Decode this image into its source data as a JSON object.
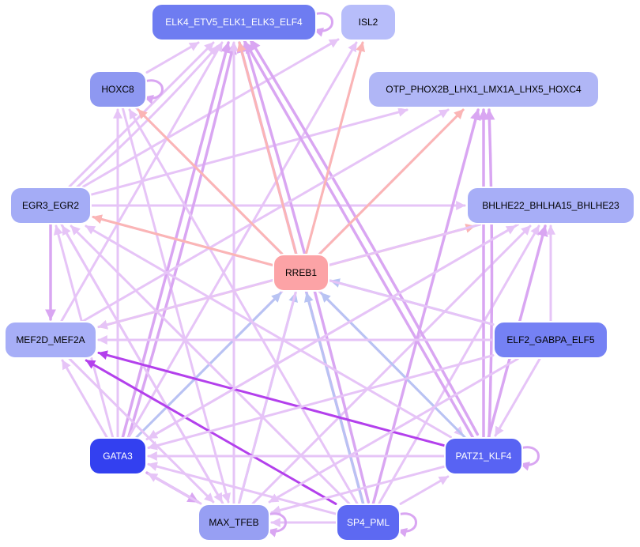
{
  "colors": {
    "edge_light": "#e6c4f7",
    "edge_medium": "#d9a6f2",
    "edge_strong": "#b340ec",
    "edge_red": "#fbb5b5",
    "edge_blue": "#b8c3f3",
    "edge_peach": "#f8c8b3"
  },
  "nodes": [
    {
      "id": "ELK4",
      "label": "ELK4_ETV5_ELK1_ELK3_ELF4",
      "fill": "#6e7cf1",
      "text": "#ffffff"
    },
    {
      "id": "ISL2",
      "label": "ISL2",
      "fill": "#b7bdfa",
      "text": "#000000"
    },
    {
      "id": "HOXC8",
      "label": "HOXC8",
      "fill": "#8e98f1",
      "text": "#000000"
    },
    {
      "id": "OTP",
      "label": "OTP_PHOX2B_LHX1_LMX1A_LHX5_HOXC4",
      "fill": "#b0b6f6",
      "text": "#000000"
    },
    {
      "id": "EGR3",
      "label": "EGR3_EGR2",
      "fill": "#a4acf6",
      "text": "#000000"
    },
    {
      "id": "BHLHE22",
      "label": "BHLHE22_BHLHA15_BHLHE23",
      "fill": "#a7aef7",
      "text": "#000000"
    },
    {
      "id": "RREB1",
      "label": "RREB1",
      "fill": "#fca3a6",
      "text": "#000000"
    },
    {
      "id": "MEF2D",
      "label": "MEF2D_MEF2A",
      "fill": "#a7aef7",
      "text": "#000000"
    },
    {
      "id": "ELF2",
      "label": "ELF2_GABPA_ELF5",
      "fill": "#7581f4",
      "text": "#000000"
    },
    {
      "id": "GATA3",
      "label": "GATA3",
      "fill": "#3340f0",
      "text": "#ffffff"
    },
    {
      "id": "PATZ1",
      "label": "PATZ1_KLF4",
      "fill": "#5863f3",
      "text": "#ffffff"
    },
    {
      "id": "MAX",
      "label": "MAX_TFEB",
      "fill": "#979ff3",
      "text": "#000000"
    },
    {
      "id": "SP4",
      "label": "SP4_PML",
      "fill": "#5d69f2",
      "text": "#ffffff"
    }
  ],
  "edges": [
    [
      "EGR3",
      "ELK4",
      "light"
    ],
    [
      "EGR3",
      "ELK4",
      "light"
    ],
    [
      "EGR3",
      "OTP",
      "light"
    ],
    [
      "EGR3",
      "ISL2",
      "light"
    ],
    [
      "EGR3",
      "MEF2D",
      "medium"
    ],
    [
      "EGR3",
      "MAX",
      "light"
    ],
    [
      "EGR3",
      "BHLHE22",
      "light"
    ],
    [
      "HOXC8",
      "ELK4",
      "light"
    ],
    [
      "HOXC8",
      "MAX",
      "light"
    ],
    [
      "HOXC8",
      "PATZ1",
      "light"
    ],
    [
      "GATA3",
      "HOXC8",
      "light"
    ],
    [
      "GATA3",
      "ELK4",
      "medium"
    ],
    [
      "GATA3",
      "ELK4",
      "medium"
    ],
    [
      "GATA3",
      "EGR3",
      "light"
    ],
    [
      "GATA3",
      "MEF2D",
      "light"
    ],
    [
      "GATA3",
      "MAX",
      "medium"
    ],
    [
      "GATA3",
      "ISL2",
      "light"
    ],
    [
      "GATA3",
      "OTP",
      "light"
    ],
    [
      "GATA3",
      "BHLHE22",
      "light"
    ],
    [
      "GATA3",
      "RREB1",
      "blue"
    ],
    [
      "MAX",
      "ELK4",
      "light"
    ],
    [
      "MAX",
      "EGR3",
      "light"
    ],
    [
      "MAX",
      "RREB1",
      "blue"
    ],
    [
      "MAX",
      "GATA3",
      "light"
    ],
    [
      "MAX",
      "BHLHE22",
      "light"
    ],
    [
      "MAX",
      "ISL2",
      "light"
    ],
    [
      "SP4",
      "ELK4",
      "medium"
    ],
    [
      "SP4",
      "ELK4",
      "medium"
    ],
    [
      "SP4",
      "MEF2D",
      "strong"
    ],
    [
      "SP4",
      "RREB1",
      "blue"
    ],
    [
      "SP4",
      "EGR3",
      "light"
    ],
    [
      "SP4",
      "GATA3",
      "light"
    ],
    [
      "SP4",
      "MAX",
      "light"
    ],
    [
      "SP4",
      "OTP",
      "medium"
    ],
    [
      "SP4",
      "BHLHE22",
      "light"
    ],
    [
      "SP4",
      "PATZ1",
      "light"
    ],
    [
      "SP4",
      "HOXC8",
      "light"
    ],
    [
      "PATZ1",
      "MEF2D",
      "strong"
    ],
    [
      "PATZ1",
      "ELK4",
      "medium"
    ],
    [
      "PATZ1",
      "ELK4",
      "medium"
    ],
    [
      "PATZ1",
      "OTP",
      "medium"
    ],
    [
      "PATZ1",
      "OTP",
      "medium"
    ],
    [
      "PATZ1",
      "BHLHE22",
      "medium"
    ],
    [
      "PATZ1",
      "EGR3",
      "light"
    ],
    [
      "PATZ1",
      "GATA3",
      "light"
    ],
    [
      "PATZ1",
      "MAX",
      "light"
    ],
    [
      "PATZ1",
      "RREB1",
      "blue"
    ],
    [
      "ELF2",
      "MEF2D",
      "light"
    ],
    [
      "ELF2",
      "BHLHE22",
      "light"
    ],
    [
      "ELF2",
      "RREB1",
      "blue"
    ],
    [
      "ELF2",
      "EGR3",
      "light"
    ],
    [
      "ELF2",
      "PATZ1",
      "light"
    ],
    [
      "ELF2",
      "MAX",
      "light"
    ],
    [
      "ELF2",
      "GATA3",
      "light"
    ],
    [
      "MEF2D",
      "OTP",
      "light"
    ],
    [
      "MEF2D",
      "MAX",
      "light"
    ],
    [
      "MEF2D",
      "ELK4",
      "light"
    ],
    [
      "RREB1",
      "ELK4",
      "red"
    ],
    [
      "RREB1",
      "ISL2",
      "red"
    ],
    [
      "RREB1",
      "HOXC8",
      "red"
    ],
    [
      "RREB1",
      "OTP",
      "red"
    ],
    [
      "RREB1",
      "EGR3",
      "red"
    ],
    [
      "RREB1",
      "BHLHE22",
      "red"
    ],
    [
      "RREB1",
      "MEF2D",
      "peach"
    ],
    [
      "BHLHE22",
      "MEF2D",
      "light"
    ],
    [
      "BHLHE22",
      "GATA3",
      "light"
    ]
  ],
  "self_loops": [
    "ELK4",
    "HOXC8",
    "PATZ1",
    "SP4",
    "MAX"
  ]
}
